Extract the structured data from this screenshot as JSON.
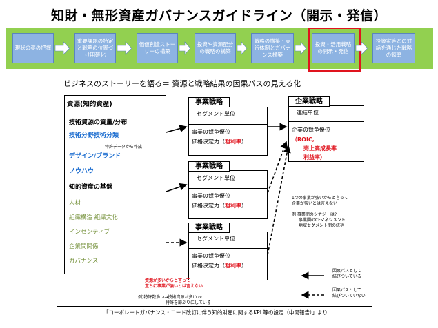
{
  "title": "知財・無形資産ガバナンスガイドライン（開示・発信）",
  "flow": [
    "現状の姿の把握",
    "重要課題の特定と戦略の位置づけ明確化",
    "価値創造ストーリーの構築",
    "投資や資源配分の戦略の構築",
    "戦略の構築・実行体制とガバナンス構築",
    "投資・活用戦略の開示・発信",
    "投資家等との対話を通じた戦略の錬磨"
  ],
  "panel_title": "ビジネスのストーリーを語る＝ 資源と戦略結果の因果パスの見える化",
  "resources": {
    "heading": "資源(知的資産)",
    "items": [
      {
        "text": "技術資源の質量/分布",
        "style": "black"
      },
      {
        "text": "技術分野技術分類",
        "style": "blue"
      },
      {
        "text": "特許データから作成",
        "style": "small"
      },
      {
        "text": "デザイン/ブランド",
        "style": "blue"
      },
      {
        "text": "ノウハウ",
        "style": "blue"
      },
      {
        "text": "知的資産の基盤",
        "style": "black"
      },
      {
        "text": "人材",
        "style": "green"
      },
      {
        "text": "組織構造 組織文化",
        "style": "green"
      },
      {
        "text": "インセンティブ",
        "style": "green"
      },
      {
        "text": "企業間関係",
        "style": "green"
      },
      {
        "text": "ガバナンス",
        "style": "green"
      }
    ]
  },
  "business": {
    "tag": "事業戦略",
    "unit": "セグメント単位",
    "line1": "事業の競争優位",
    "line2_prefix": "価格決定力（",
    "line2_red": "粗利率",
    "line2_suffix": "）"
  },
  "company": {
    "tag": "企業戦略",
    "unit": "連結単位",
    "line1": "企業の競争優位",
    "red1": "（ROIC,",
    "red2": "売上高成長率",
    "red3": "利益率）"
  },
  "right_note": {
    "l1": "1つの事業が強いからと言って",
    "l2": "企業が強いとは言えない",
    "l3": "例 事業間のシナジーは?",
    "l4": "事業間のCFマネジメント",
    "l5": "地域セグメント間の統括"
  },
  "bottom_red": {
    "l1": "資源が多いからと言って",
    "l2": "直ちに事業が強いとは言えない"
  },
  "bottom_note": {
    "l1": "例)特許数多い→技術資源が多い or",
    "l2": "特許を節ぶりにしている"
  },
  "legend": {
    "solid1": "因果パスとして",
    "solid2": "結びついている",
    "dashed1": "因果パスとして",
    "dashed2": "結びついていない"
  },
  "footer": "「コーポレートガバナンス・コード改訂に伴う知的財産に関するKPI 等の設定（中間報告）」より"
}
